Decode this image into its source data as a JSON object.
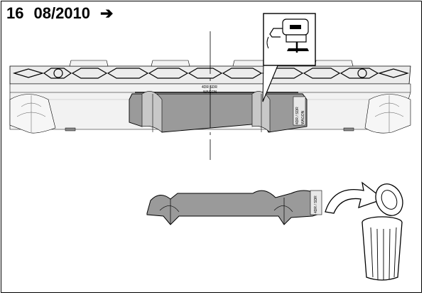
{
  "step": {
    "number": "16",
    "date": "08/2010",
    "arrow": "➔"
  },
  "labels": {
    "part_top": "4DR SDR",
    "part_bottom": "WAGON",
    "side_tab": "4DR / SDR",
    "side_tab_2": "WAGON",
    "cut_side_tab": "4DR / SDR"
  },
  "icons": {
    "tool": "jigsaw-icon",
    "arrow": "curved-arrow-icon",
    "bin": "trash-can-icon"
  },
  "colors": {
    "shaded_section": "#9a9a9a",
    "bumper_light": "#e6e6e6",
    "line": "#000000"
  }
}
